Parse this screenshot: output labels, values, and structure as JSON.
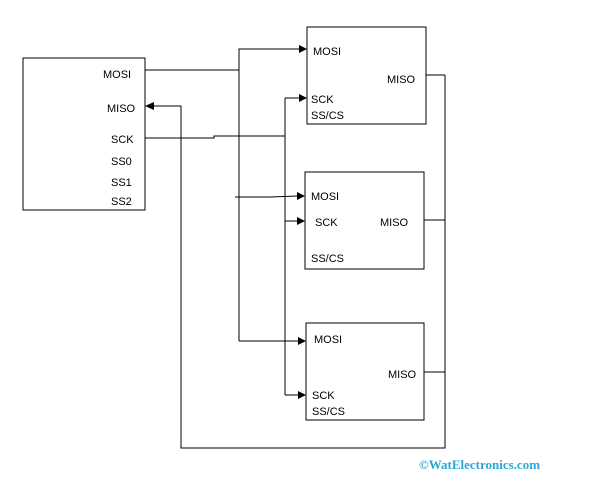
{
  "master": {
    "pins": [
      "MOSI",
      "MISO",
      "SCK",
      "SS0",
      "SS1",
      "SS2"
    ]
  },
  "slaves": [
    {
      "mosi": "MOSI",
      "miso": "MISO",
      "sck": "SCK",
      "cs": "SS/CS"
    },
    {
      "mosi": "MOSI",
      "miso": "MISO",
      "sck": "SCK",
      "cs": "SS/CS"
    },
    {
      "mosi": "MOSI",
      "miso": "MISO",
      "sck": "SCK",
      "cs": "SS/CS"
    }
  ],
  "watermark": "©WatElectronics.com",
  "colors": {
    "line": "#000000",
    "watermark": "#2aa7d8"
  }
}
